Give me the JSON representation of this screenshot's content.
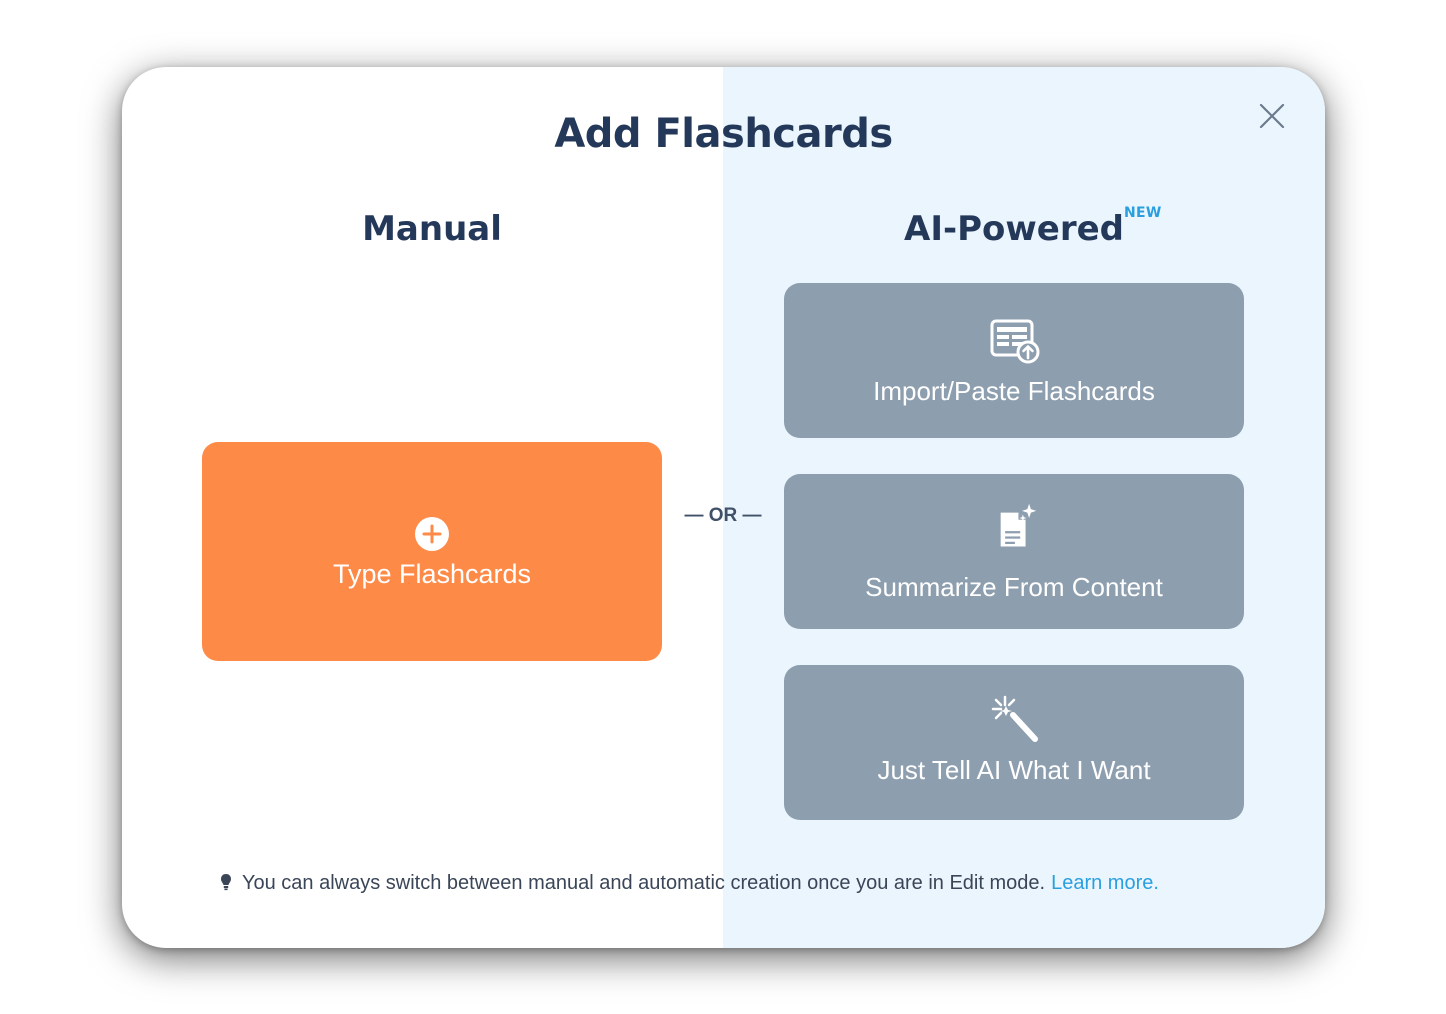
{
  "dialog": {
    "title": "Add Flashcards",
    "close_icon": "close-icon"
  },
  "manual": {
    "heading": "Manual",
    "type_button": {
      "label": "Type Flashcards",
      "icon": "plus-circle-icon"
    }
  },
  "divider": {
    "label": "— OR —"
  },
  "ai": {
    "heading": "AI-Powered",
    "badge": "NEW",
    "buttons": [
      {
        "label": "Import/Paste Flashcards",
        "icon": "import-table-icon"
      },
      {
        "label": "Summarize From Content",
        "icon": "document-sparkle-icon"
      },
      {
        "label": "Just Tell AI What I Want",
        "icon": "magic-wand-icon"
      }
    ]
  },
  "tip": {
    "icon": "lightbulb-icon",
    "text": "You can always switch between manual and automatic creation once you are in Edit mode.",
    "link": "Learn more."
  },
  "colors": {
    "heading": "#24395a",
    "manual_button": "#fe8a48",
    "ai_button": "#8d9eaf",
    "ai_panel": "#eaf5fd",
    "link": "#2a9fe0",
    "badge": "#2a9fe0"
  }
}
